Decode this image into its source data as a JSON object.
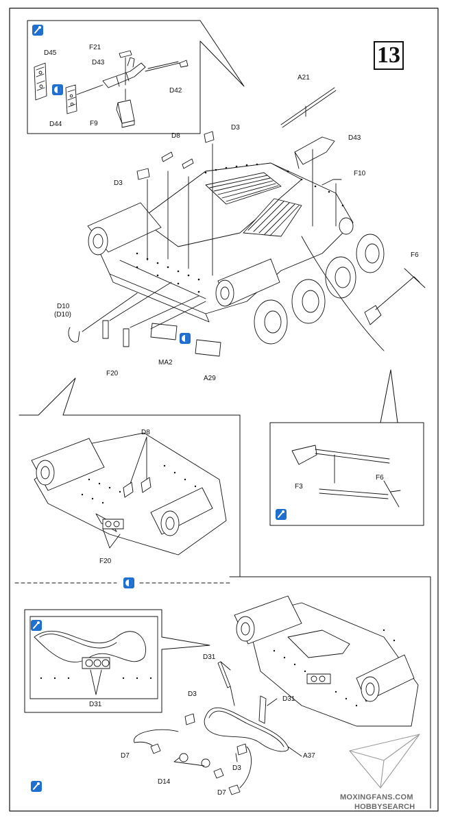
{
  "step_number": "13",
  "colors": {
    "icon_blue": "#1e6fd0",
    "line": "#111111",
    "watermark": "#6a6a6a"
  },
  "icons": {
    "paint": "paintbrush-icon",
    "optional": "optional-part-icon"
  },
  "callout_top": {
    "labels": {
      "d45": "D45",
      "f21": "F21",
      "d43": "D43",
      "d42": "D42",
      "d44": "D44",
      "f9": "F9"
    }
  },
  "main": {
    "labels": {
      "a21": "A21",
      "d43": "D43",
      "d3a": "D3",
      "d8": "D8",
      "d3b": "D3",
      "f10": "F10",
      "f6": "F6",
      "d10": "D10",
      "d10p": "(D10)",
      "f20": "F20",
      "ma2": "MA2",
      "a29": "A29"
    }
  },
  "sub_left": {
    "labels": {
      "d8": "D8",
      "f20": "F20"
    }
  },
  "sub_right": {
    "labels": {
      "f3": "F3",
      "f6": "F6"
    }
  },
  "bottom": {
    "inset_labels": {
      "d31": "D31"
    },
    "labels": {
      "d31a": "D31",
      "d3a": "D3",
      "d31b": "D31",
      "a37": "A37",
      "d7a": "D7",
      "d14": "D14",
      "d3b": "D3",
      "d7b": "D7"
    }
  },
  "watermark": {
    "line1": "MOXINGFANS.COM",
    "line2": "HOBBYSEARCH"
  }
}
